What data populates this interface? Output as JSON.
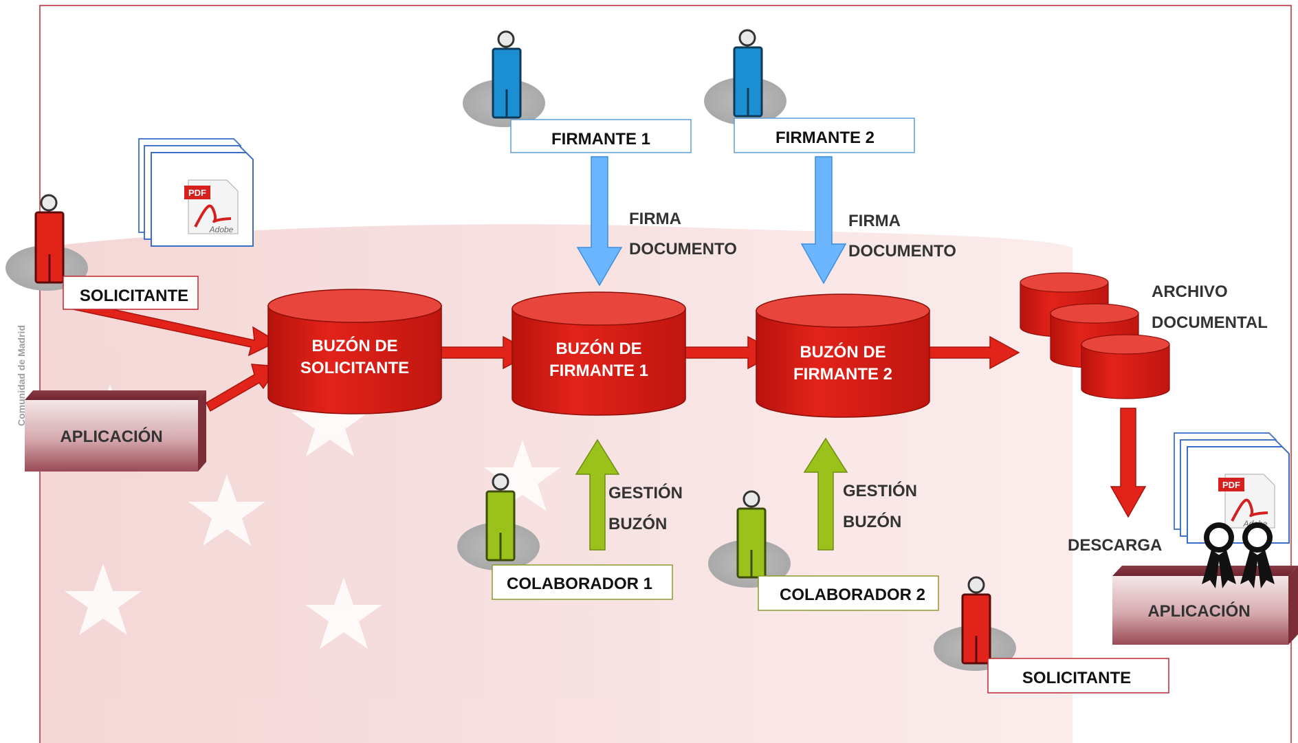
{
  "side_text": "Comunidad de Madrid",
  "faded_text": "APLICACIÓN",
  "colors": {
    "frame": "#c0282d",
    "red": "#e2231a",
    "blue_arrow": "#6bb6ff",
    "green_arrow": "#9ac21a",
    "blue_label_border": "#5b9bd5",
    "green_label_border": "#8a9a2a"
  },
  "actors": {
    "solicitante_left": "SOLICITANTE",
    "firmante1": "FIRMANTE 1",
    "firmante2": "FIRMANTE 2",
    "colaborador1": "COLABORADOR 1",
    "colaborador2": "COLABORADOR 2",
    "solicitante_right": "SOLICITANTE"
  },
  "apps": {
    "left": "APLICACIÓN",
    "right": "APLICACIÓN"
  },
  "mailboxes": {
    "solicitante": [
      "BUZÓN DE",
      "SOLICITANTE"
    ],
    "firmante1": [
      "BUZÓN DE",
      "FIRMANTE 1"
    ],
    "firmante2": [
      "BUZÓN DE",
      "FIRMANTE 2"
    ]
  },
  "actions": {
    "firma1": [
      "FIRMA",
      "DOCUMENTO"
    ],
    "firma2": [
      "FIRMA",
      "DOCUMENTO"
    ],
    "gestion1": [
      "GESTIÓN",
      "BUZÓN"
    ],
    "gestion2": [
      "GESTIÓN",
      "BUZÓN"
    ],
    "archivo": [
      "ARCHIVO",
      "DOCUMENTAL"
    ],
    "descarga": "DESCARGA"
  },
  "pdf": {
    "badge": "PDF",
    "brand": "Adobe"
  },
  "icons": [
    "person-icon",
    "pdf-document-icon",
    "database-icon",
    "certificate-seal-icon",
    "arrow-icon"
  ]
}
